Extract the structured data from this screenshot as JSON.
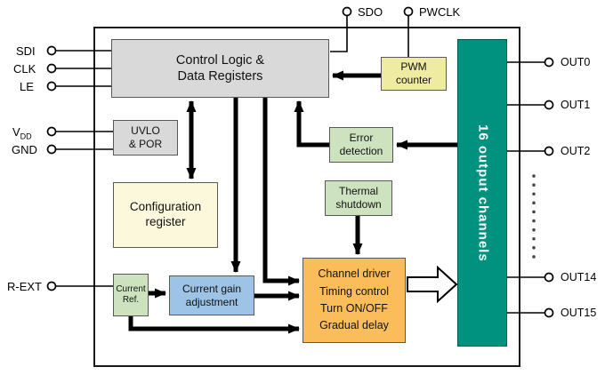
{
  "blocks": {
    "control_logic": {
      "label": "Control Logic &\nData Registers"
    },
    "pwm_counter": {
      "label": "PWM\ncounter"
    },
    "uvlo_por": {
      "label": "UVLO\n& POR"
    },
    "error_detection": {
      "label": "Error\ndetection"
    },
    "thermal_shutdown": {
      "label": "Thermal\nshutdown"
    },
    "configuration_register": {
      "label": "Configuration\nregister"
    },
    "current_ref": {
      "label": "Current\nRef."
    },
    "current_gain": {
      "label": "Current gain\nadjustment"
    },
    "channel_driver": {
      "label": "Channel driver\nTiming control\nTurn ON/OFF\nGradual delay"
    },
    "output_channels": {
      "label": "16 output channels"
    }
  },
  "pins": {
    "sdi": "SDI",
    "clk": "CLK",
    "le": "LE",
    "vdd_base": "V",
    "vdd_sub": "DD",
    "gnd": "GND",
    "rext": "R-EXT",
    "sdo": "SDO",
    "pwclk": "PWCLK",
    "out0": "OUT0",
    "out1": "OUT1",
    "out2": "OUT2",
    "out14": "OUT14",
    "out15": "OUT15"
  },
  "colors": {
    "gray_fill": "#d9d9d9",
    "yellow": "#f0eba2",
    "pale_yellow": "#fbf8dc",
    "green": "#cde3bf",
    "blue": "#9dc3e6",
    "orange": "#fbbd59",
    "teal": "#00917f",
    "line": "#000000"
  }
}
